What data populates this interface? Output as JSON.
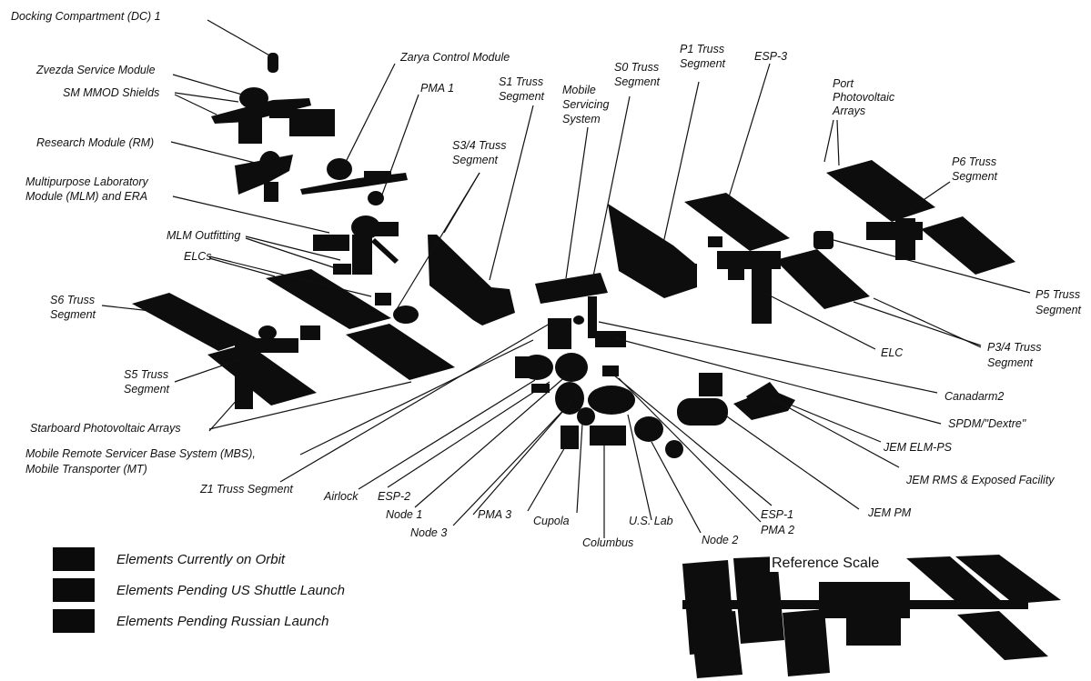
{
  "labels": {
    "docking_compartment": "Docking Compartment (DC) 1",
    "zarya": "Zarya Control Module",
    "zvezda": "Zvezda Service Module",
    "sm_mmod": "SM MMOD Shields",
    "pma1": "PMA 1",
    "s1_line1": "S1 Truss",
    "s1_line2": "Segment",
    "mss_line1": "Mobile",
    "mss_line2": "Servicing",
    "mss_line3": "System",
    "s0_line1": "S0 Truss",
    "s0_line2": "Segment",
    "p1_line1": "P1 Truss",
    "p1_line2": "Segment",
    "esp3": "ESP-3",
    "ppa_line1": "Port",
    "ppa_line2": "Photovoltaic",
    "ppa_line3": "Arrays",
    "research_module": "Research Module (RM)",
    "s34_line1": "S3/4 Truss",
    "s34_line2": "Segment",
    "p6_line1": "P6 Truss",
    "p6_line2": "Segment",
    "mlm_line1": "Multipurpose Laboratory",
    "mlm_line2": "Module (MLM) and ERA",
    "mlm_outfitting": "MLM Outfitting",
    "elcs": "ELCs",
    "p5_line1": "P5 Truss",
    "p5_line2": "Segment",
    "s6_line1": "S6 Truss",
    "s6_line2": "Segment",
    "elc": "ELC",
    "p34_line1": "P3/4 Truss",
    "p34_line2": "Segment",
    "s5_line1": "S5 Truss",
    "s5_line2": "Segment",
    "canadarm2": "Canadarm2",
    "spa": "Starboard Photovoltaic Arrays",
    "spdm": "SPDM/\"Dextre\"",
    "mbs_line1": "Mobile Remote Servicer Base System (MBS),",
    "mbs_line2": "Mobile Transporter (MT)",
    "jem_elm": "JEM ELM-PS",
    "jem_rms": "JEM RMS & Exposed Facility",
    "z1": "Z1 Truss Segment",
    "airlock": "Airlock",
    "esp2": "ESP-2",
    "node1": "Node 1",
    "pma3": "PMA 3",
    "node3": "Node 3",
    "cupola": "Cupola",
    "us_lab": "U.S. Lab",
    "esp1": "ESP-1",
    "pma2": "PMA 2",
    "jem_pm": "JEM PM",
    "columbus": "Columbus",
    "node2": "Node 2"
  },
  "legend": [
    {
      "label": "Elements Currently on Orbit",
      "color": "#0b0b0b"
    },
    {
      "label": "Elements Pending US Shuttle Launch",
      "color": "#0b0b0b"
    },
    {
      "label": "Elements Pending Russian Launch",
      "color": "#0b0b0b"
    }
  ],
  "reference_scale": {
    "title": "Reference Scale"
  }
}
